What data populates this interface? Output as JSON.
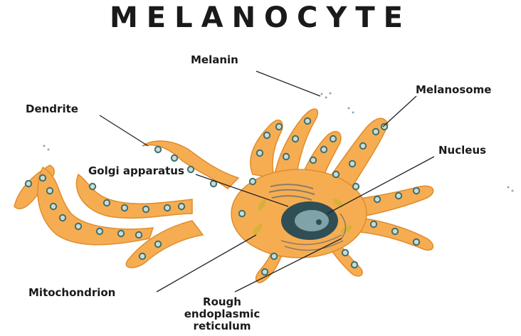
{
  "title": "MELANOCYTE",
  "labels": {
    "melanin": "Melanin",
    "melanosome": "Melanosome",
    "dendrite": "Dendrite",
    "nucleus": "Nucleus",
    "golgi_bold": "Golgi",
    "golgi_rest": "apparatus",
    "mitochondrion": "Mitochondrion",
    "rough_er": "Rough\nendoplasmic\nreticulum"
  },
  "colors": {
    "cell_fill": "#f6ad52",
    "cell_edge": "#e08c2c",
    "granule_ring": "#3f6f6b",
    "granule_core": "#c9dcd9",
    "mitochondria": "#d9b13a",
    "nucleus_outer": "#2f4f55",
    "nucleus_inner": "#7fa3a8",
    "golgi": "#8a7b6a",
    "leader": "#222222"
  }
}
